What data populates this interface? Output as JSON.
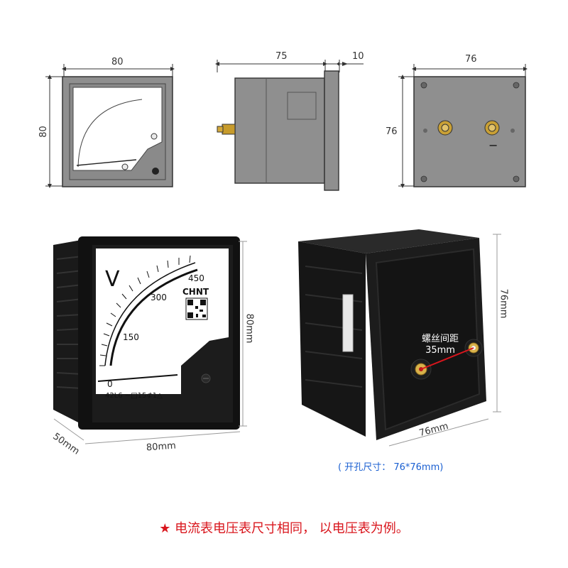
{
  "top_views": {
    "front": {
      "width": "80",
      "height": "80"
    },
    "side": {
      "depth": "75",
      "flange": "10"
    },
    "back": {
      "width": "76",
      "height": "76",
      "terminal_minus": "−"
    }
  },
  "front_photo": {
    "unit_symbol": "V",
    "scale_labels": [
      "0",
      "150",
      "300",
      "450"
    ],
    "brand": "CHNT",
    "model_text": "42L6 ~□15⊄1△",
    "depth_label": "50mm",
    "width_label": "80mm",
    "height_label": "80mm"
  },
  "back_photo": {
    "height_label": "76mm",
    "width_label": "76mm",
    "screw_spacing_title": "螺丝间距",
    "screw_spacing_value": "35mm"
  },
  "cutout_note": "( 开孔尺寸： 76*76mm)",
  "footer": {
    "star": "★",
    "text": "电流表电压表尺寸相同， 以电压表为例。"
  },
  "colors": {
    "accent_red": "#d9161d",
    "accent_blue": "#1a5fd1",
    "panel_gray": "#8f8f8f",
    "meter_black": "#111111"
  }
}
